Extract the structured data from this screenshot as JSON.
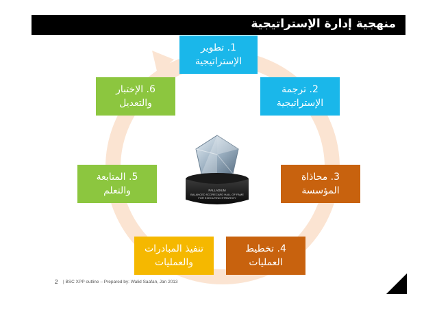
{
  "slide": {
    "title": "منهجية إدارة الإستراتيجية",
    "page_number": "2",
    "footer": "| BSC XPP outline – Prepared by: Walid Saafan, Jan 2013"
  },
  "steps": [
    {
      "number": "1.",
      "line1": "تطوير",
      "line2": "الإستراتيجية",
      "color": "#1ab7ea"
    },
    {
      "number": "2.",
      "line1": "ترجمة",
      "line2": "الإستراتيجية",
      "color": "#1ab7ea"
    },
    {
      "number": "3.",
      "line1": "محاذاة",
      "line2": "المؤسسة",
      "color": "#c8620e"
    },
    {
      "number": "4.",
      "line1": "تخطيط",
      "line2": "العمليات",
      "color": "#c8620e"
    },
    {
      "number": "",
      "line1": "تنفيذ المبادرات",
      "line2": "والعمليات",
      "color": "#f5b800"
    },
    {
      "number": "5.",
      "line1": "المتابعة",
      "line2": "والتعلم",
      "color": "#8cc63f"
    },
    {
      "number": "6.",
      "line1": "الإختبار",
      "line2": "والتعديل",
      "color": "#8cc63f"
    }
  ],
  "trophy": {
    "plaque_line1": "PALLADIUM",
    "plaque_line2": "BALANCED SCORECARD HALL OF FAME",
    "plaque_line3": "FOR EXECUTING STRATEGY"
  },
  "colors": {
    "ring": "#fbe4d2",
    "title_bar": "#000000"
  }
}
